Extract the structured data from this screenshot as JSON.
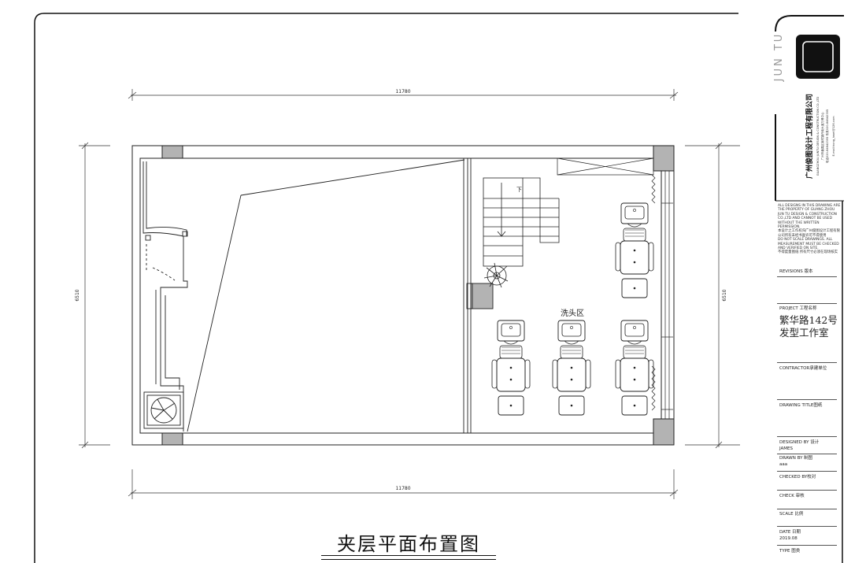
{
  "drawing": {
    "title": "夹层平面布置图",
    "zone_label": "洗头区",
    "stair_label": "下",
    "dim_top": "11780",
    "dim_bottom": "11780",
    "dim_left": "6510",
    "dim_right": "6510"
  },
  "title_block": {
    "brand_letters": "JUN TU",
    "company_name": "广州俊图设计工程有限公司",
    "company_en": "GUANGZHOU JUNTU DESIGN & CONSTRUCTION CO.,LTD",
    "company_addr": "广州市番禺区南村镇兴南大道万博中心",
    "company_phone": "电话020-84642395  传真020-84642395",
    "company_mail": "E-mail:hong_hwei@126.com",
    "notes_en": "ALL DESIGNS IN THIS DRAWING ARE THE PROPERTY OF GUANG ZHOU JUN TU DESIGN & CONSTRUCTION CO.,LTD AND CANNOT BE USED WITHOUT THE WRITTEN PERMISSION.",
    "notes_cn": "本设计之工作权归广州俊图设计工程有限公司所有未经书面许可不得使用",
    "notes_scale_en": "DO NOT SCALE DRAWINGS. ALL MEASUREMENT MUST BE CHECKED AND VERIFIED ON SITE.",
    "notes_scale_cn": "不得度量图纸 所有尺寸必须在现场核实",
    "revisions_label": "REVISIONS 版本",
    "project_label": "PROJECT 工程名称",
    "project_name_1": "繁华路142号",
    "project_name_2": "发型工作室",
    "contractor_label": "CONTRACTOR承建单位",
    "drawing_title_label": "DRAWING TITLE图纸",
    "designed_by_label": "DESIGNED BY 设计",
    "designed_by_value": "JAMES",
    "drawn_by_label": "DRAWN BY 制图",
    "drawn_by_value": "aaa",
    "checked_by_label": "CHECKED BY校对",
    "check_label": "CHECK 审核",
    "scale_label": "SCALE 比例",
    "date_label": "DATE 日期",
    "date_value": "2019.08",
    "type_label": "TYPE 图类"
  },
  "colors": {
    "line": "#222222",
    "column_fill": "#b3b3b3",
    "paper": "#ffffff"
  }
}
